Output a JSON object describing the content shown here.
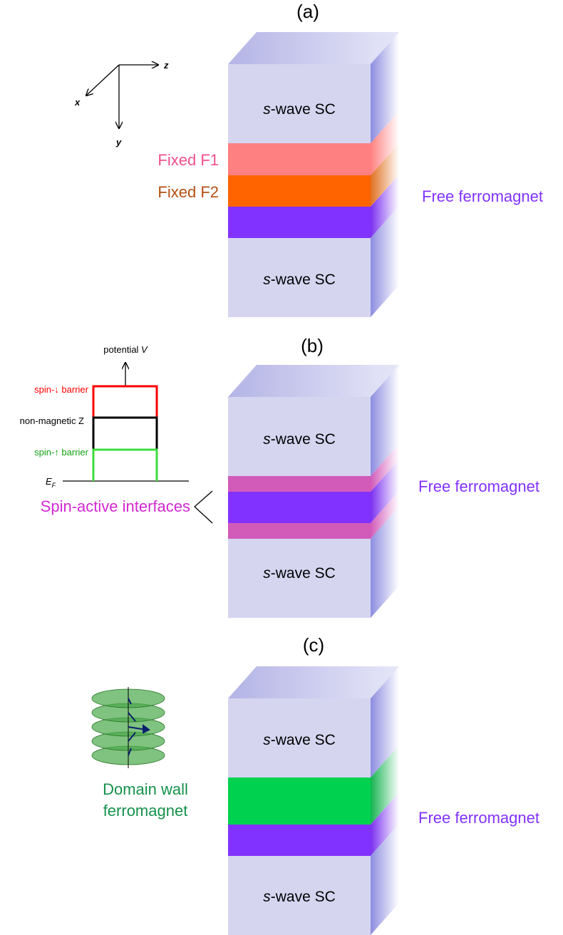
{
  "colors": {
    "sc_front": "#d5d5f0",
    "sc_top": "#b4b4e6",
    "sc_side": "#8c8ce0",
    "fixed_f1": "#ff8080",
    "fixed_f1_label": "#f0508c",
    "fixed_f2": "#ff6400",
    "fixed_f2_label": "#b45014",
    "free_ferromagnet": "#8232ff",
    "spin_active": "#d25ab9",
    "spin_active_label": "#d228d2",
    "domain_wall": "#00d250",
    "domain_wall_label": "#14914b",
    "spin_down_barrier": "#ff0000",
    "spin_up_barrier": "#14a014",
    "spin_up_line": "#3cdc3c",
    "spin_arrow": "#0a1e6e"
  },
  "panel_a": {
    "label": "(a)",
    "sc_top_text": "s",
    "sc_top_suffix": "-wave SC",
    "sc_bottom_text": "s",
    "sc_bottom_suffix": "-wave SC",
    "fixed_f1": "Fixed F1",
    "fixed_f2": "Fixed F2",
    "free_label": "Free ferromagnet",
    "axes": {
      "x": "x",
      "y": "y",
      "z": "z"
    }
  },
  "panel_b": {
    "label": "(b)",
    "sc_top_text": "s",
    "sc_top_suffix": "-wave SC",
    "sc_bottom_text": "s",
    "sc_bottom_suffix": "-wave SC",
    "free_label": "Free ferromagnet",
    "spin_active_label": "Spin-active interfaces",
    "potential_label": "potential ",
    "potential_symbol": "V",
    "spin_down_barrier": "spin-↓ barrier",
    "non_magnetic": "non-magnetic Z",
    "spin_up_barrier": "spin-↑ barrier",
    "fermi_E": "E",
    "fermi_F": "F"
  },
  "panel_c": {
    "label": "(c)",
    "sc_top_text": "s",
    "sc_top_suffix": "-wave SC",
    "sc_bottom_text": "s",
    "sc_bottom_suffix": "-wave SC",
    "free_label": "Free ferromagnet",
    "domain_wall_line1": "Domain wall",
    "domain_wall_line2": "ferromagnet"
  }
}
